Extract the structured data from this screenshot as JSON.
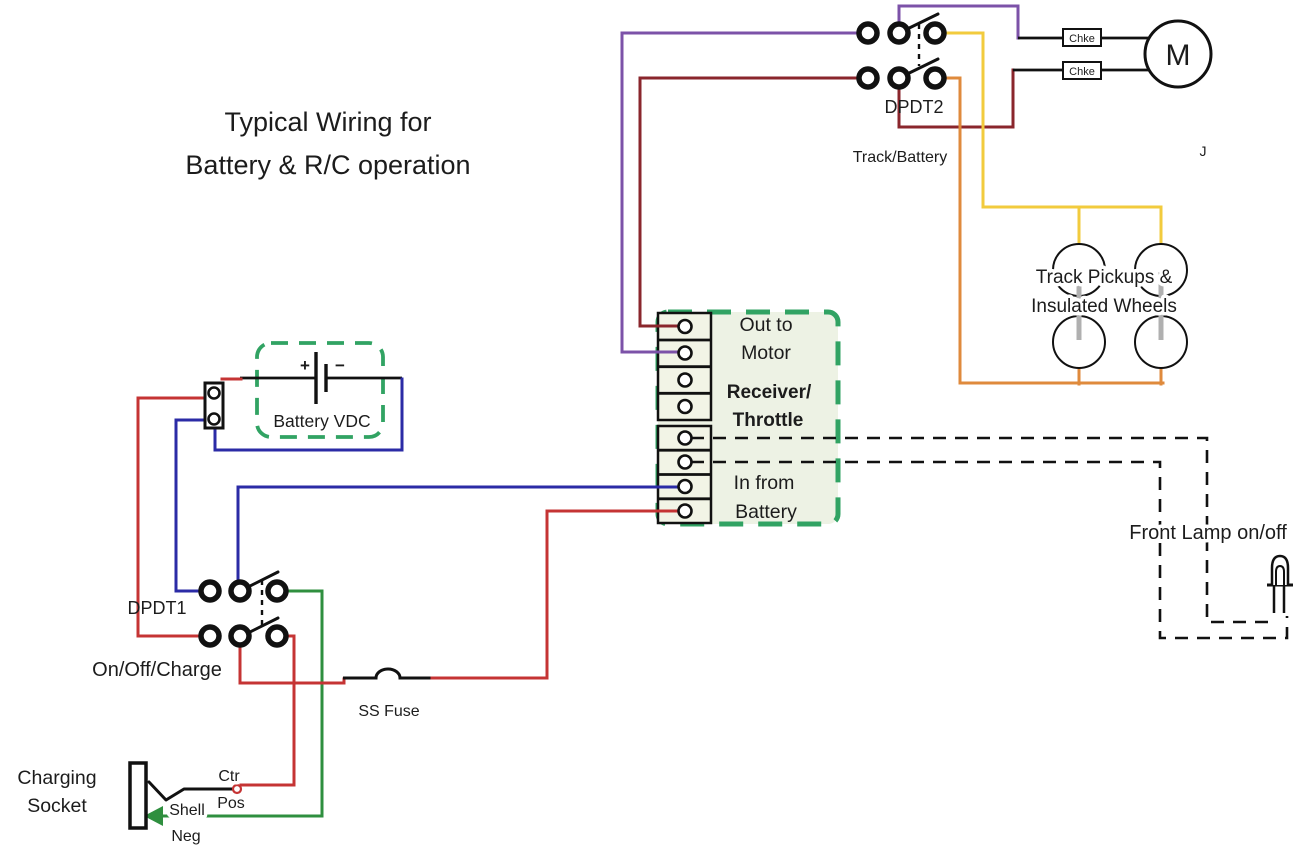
{
  "diagram_title": {
    "line1": "Typical Wiring for",
    "line2": "Battery & R/C operation"
  },
  "dpdt2": {
    "label": "DPDT2",
    "mode_label": "Track/Battery"
  },
  "chokes": {
    "top": "Chke",
    "bottom": "Chke"
  },
  "motor": {
    "label": "M"
  },
  "track_pickups": {
    "line1": "Track Pickups &",
    "line2": "Insulated Wheels"
  },
  "receiver": {
    "out_line1": "Out to",
    "out_line2": "Motor",
    "name_line1": "Receiver/",
    "name_line2": "Throttle",
    "in_line1": "In from",
    "in_line2": "Battery"
  },
  "battery": {
    "label": "Battery VDC",
    "plus": "+",
    "minus": "−"
  },
  "dpdt1": {
    "label": "DPDT1",
    "mode_label": "On/Off/Charge"
  },
  "fuse": {
    "label": "SS Fuse"
  },
  "charging_socket": {
    "line1": "Charging",
    "line2": "Socket",
    "center_pin_line1": "Ctr",
    "center_pin_line2": "Pos",
    "shell_line1": "Shell",
    "shell_line2": "Neg"
  },
  "front_lamp": {
    "label": "Front Lamp on/off"
  },
  "stray_mark": "J",
  "colors": {
    "red": "#c53434",
    "blue": "#2b2ba6",
    "green": "#2f8f3f",
    "purple": "#7c52a8",
    "dark_red": "#8a262c",
    "yellow": "#f2cb3d",
    "orange": "#df8a3c",
    "box_green": "#31a363",
    "receiver_text_blue": "#1c1cb0",
    "panel_fill": "#edf2e4",
    "axle_gray": "#b0b0b0",
    "wire_black": "#111111"
  }
}
